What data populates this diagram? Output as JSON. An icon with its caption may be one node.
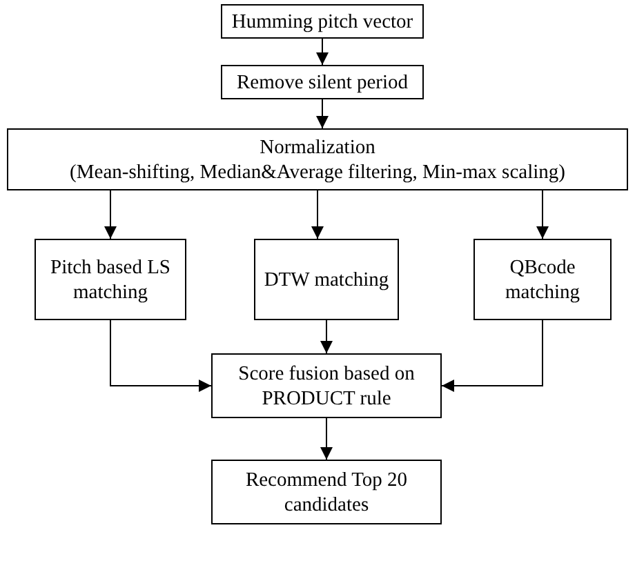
{
  "diagram": {
    "nodes": [
      {
        "text": [
          "Humming pitch vector"
        ]
      },
      {
        "text": [
          "Remove silent period"
        ]
      },
      {
        "text": [
          "Normalization",
          "(Mean-shifting, Median&Average filtering, Min-max scaling)"
        ]
      },
      {
        "text": [
          "Pitch based LS matching"
        ]
      },
      {
        "text": [
          "DTW matching"
        ]
      },
      {
        "text": [
          "QBcode matching"
        ]
      },
      {
        "text": [
          "Score fusion based on PRODUCT rule"
        ]
      },
      {
        "text": [
          "Recommend Top 20 candidates"
        ]
      }
    ],
    "edges": [
      {
        "from": 0,
        "to": 1,
        "arrow": "to"
      },
      {
        "from": 1,
        "to": 2,
        "arrow": "to"
      },
      {
        "from": 2,
        "to": 3,
        "arrow": "to"
      },
      {
        "from": 2,
        "to": 4,
        "arrow": "to"
      },
      {
        "from": 2,
        "to": 5,
        "arrow": "to"
      },
      {
        "from": 3,
        "to": 6,
        "arrow": "to"
      },
      {
        "from": 4,
        "to": 6,
        "arrow": "to"
      },
      {
        "from": 5,
        "to": 6,
        "arrow": "to"
      },
      {
        "from": 6,
        "to": 7,
        "arrow": "to"
      }
    ]
  }
}
